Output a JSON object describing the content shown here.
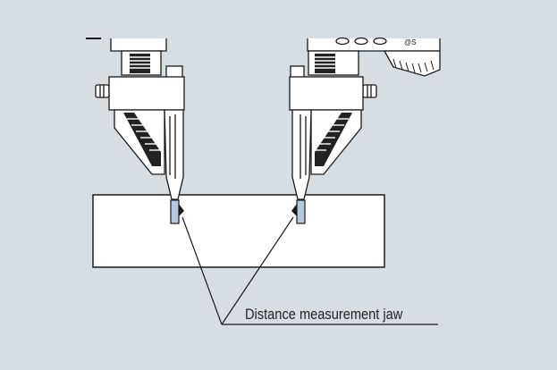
{
  "diagram": {
    "callout_label": "Distance measurement jaw",
    "colors": {
      "background": "#d6dde3",
      "line": "#1a1a1a",
      "fill": "#ffffff",
      "dark_fill": "#222222",
      "jaw_tip": "#b6c9dc"
    },
    "parts": [
      "left-caliper-head",
      "right-caliper-head",
      "workpiece-block",
      "left-jaw",
      "right-jaw",
      "callout-leader"
    ]
  }
}
